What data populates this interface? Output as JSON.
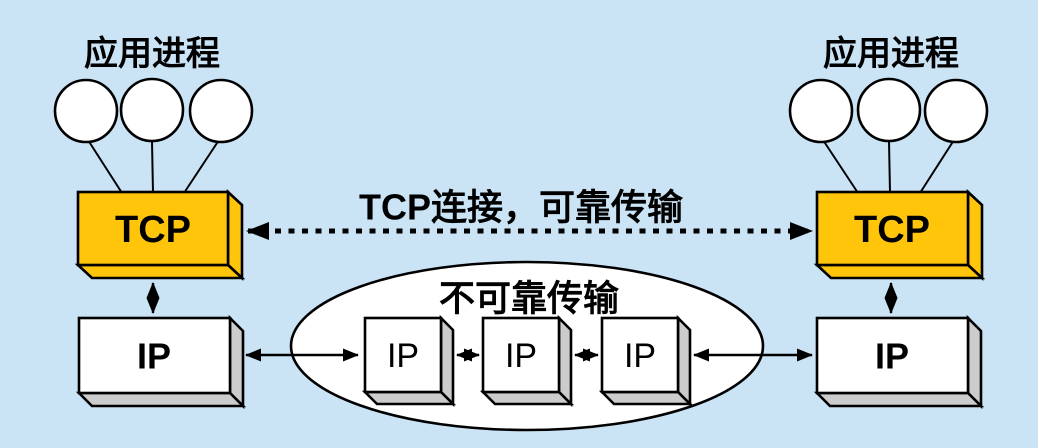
{
  "colors": {
    "background": "#CAE4F6",
    "tcp_box_fill": "#FFC50A",
    "ip_box_fill": "#FFFFFF",
    "box_side_gray": "#CCCCCC",
    "outline": "#000000",
    "unreliable_text": "#C80096"
  },
  "left_host": {
    "app_label": "应用进程",
    "tcp_label": "TCP",
    "ip_label": "IP"
  },
  "right_host": {
    "app_label": "应用进程",
    "tcp_label": "TCP",
    "ip_label": "IP"
  },
  "connection": {
    "label": "TCP连接，可靠传输"
  },
  "network": {
    "label": "不可靠传输",
    "routers": [
      {
        "label": "IP"
      },
      {
        "label": "IP"
      },
      {
        "label": "IP"
      }
    ]
  }
}
